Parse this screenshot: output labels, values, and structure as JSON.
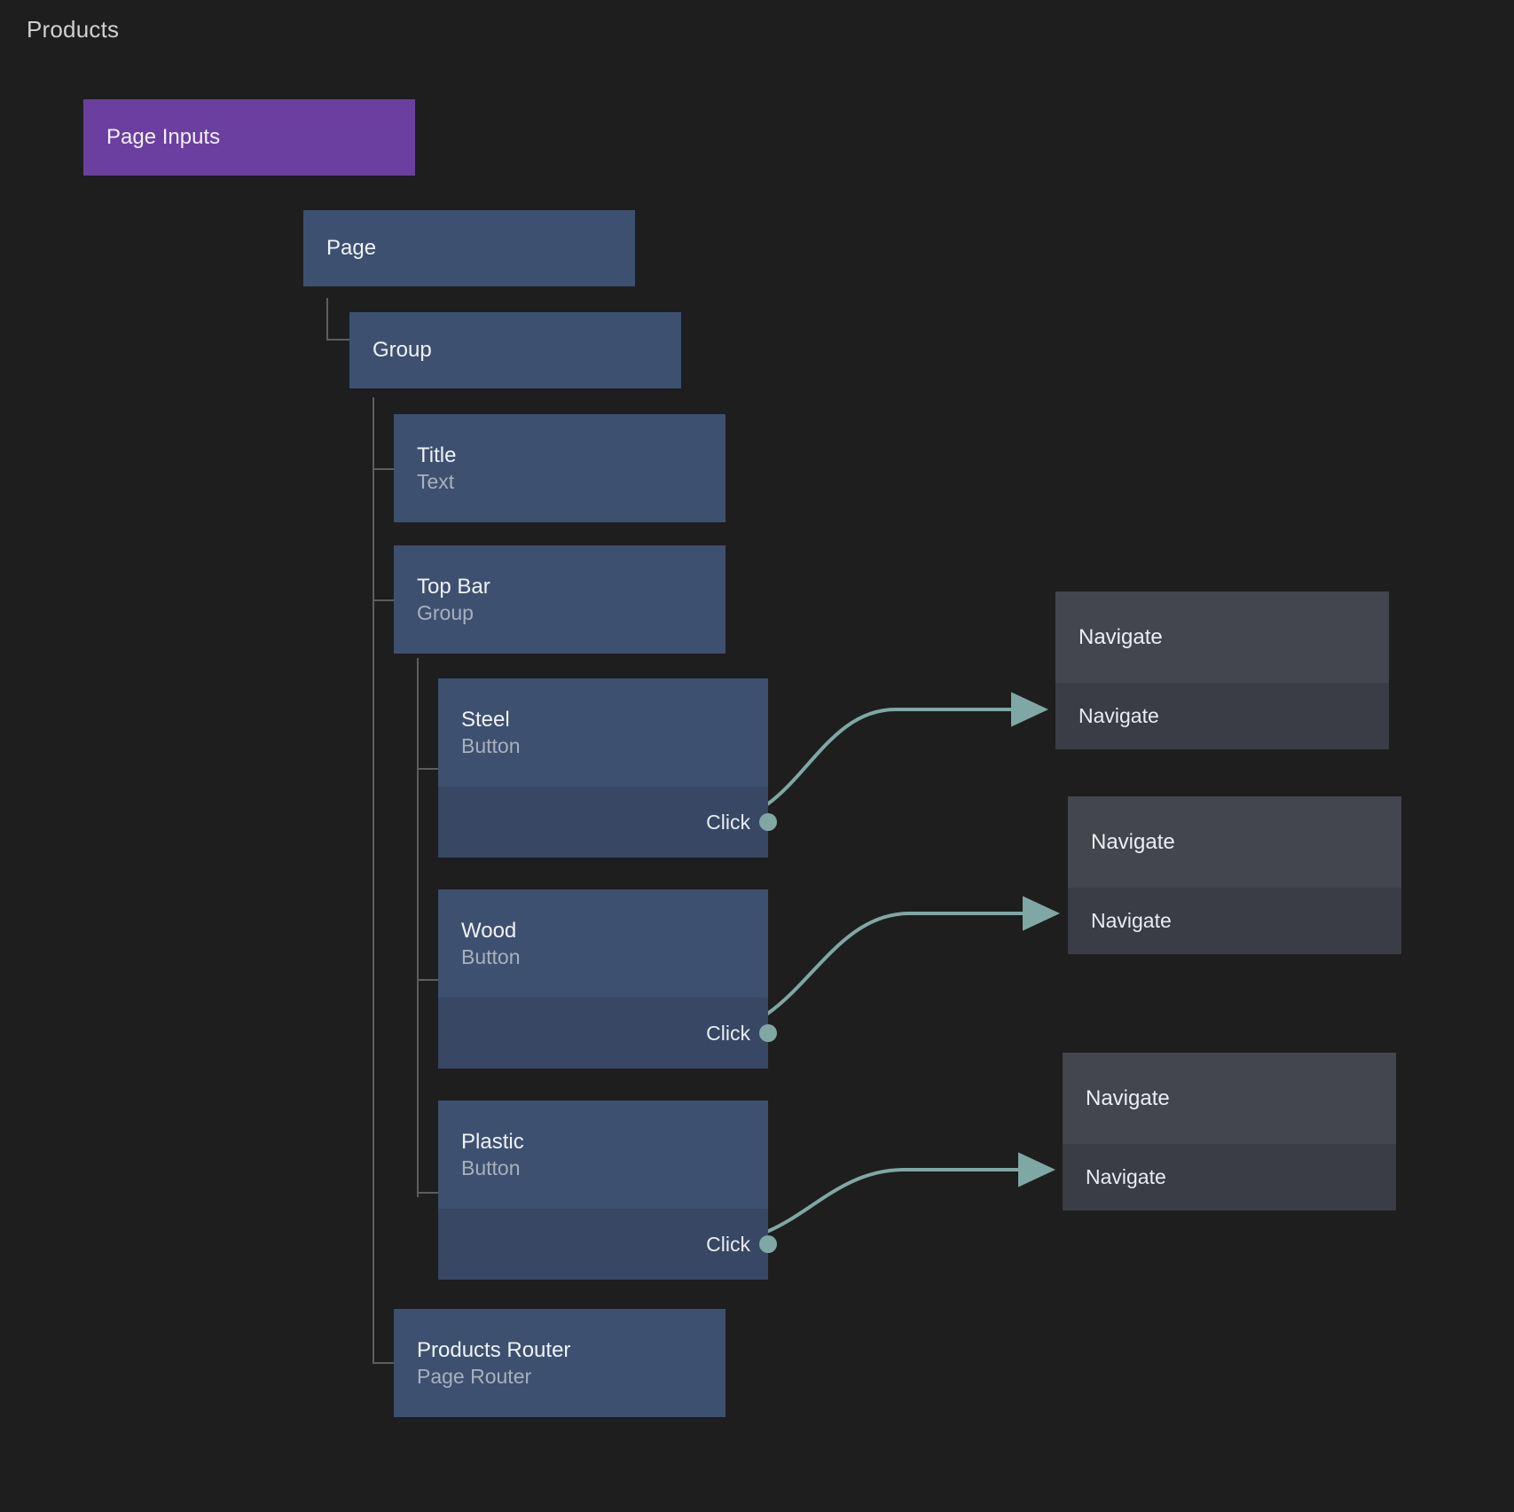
{
  "page": {
    "title": "Products",
    "background": "#1e1e1e"
  },
  "colors": {
    "accent_purple": "#6b3fa0",
    "node_blue": "#3d5070",
    "node_blue_port": "#374764",
    "action_header": "#43454f",
    "action_body": "#3a3c46",
    "link": "#7fa8a4",
    "guide": "#5d5d5d",
    "text_primary": "#f0f2f5",
    "text_secondary": "#a8b0bd"
  },
  "tree": {
    "inputs_node": {
      "name": "Page Inputs"
    },
    "nodes": [
      {
        "name": "Page",
        "type": ""
      },
      {
        "name": "Group",
        "type": ""
      },
      {
        "name": "Title",
        "type": "Text"
      },
      {
        "name": "Top Bar",
        "type": "Group"
      },
      {
        "name": "Products Router",
        "type": "Page Router"
      }
    ],
    "buttons": [
      {
        "name": "Steel",
        "type": "Button",
        "event": "Click"
      },
      {
        "name": "Wood",
        "type": "Button",
        "event": "Click"
      },
      {
        "name": "Plastic",
        "type": "Button",
        "event": "Click"
      }
    ]
  },
  "actions": [
    {
      "title": "Navigate",
      "step": "Navigate"
    },
    {
      "title": "Navigate",
      "step": "Navigate"
    },
    {
      "title": "Navigate",
      "step": "Navigate"
    }
  ],
  "connections": [
    {
      "from": "Steel.Click",
      "to": "Navigate 1"
    },
    {
      "from": "Wood.Click",
      "to": "Navigate 2"
    },
    {
      "from": "Plastic.Click",
      "to": "Navigate 3"
    }
  ]
}
